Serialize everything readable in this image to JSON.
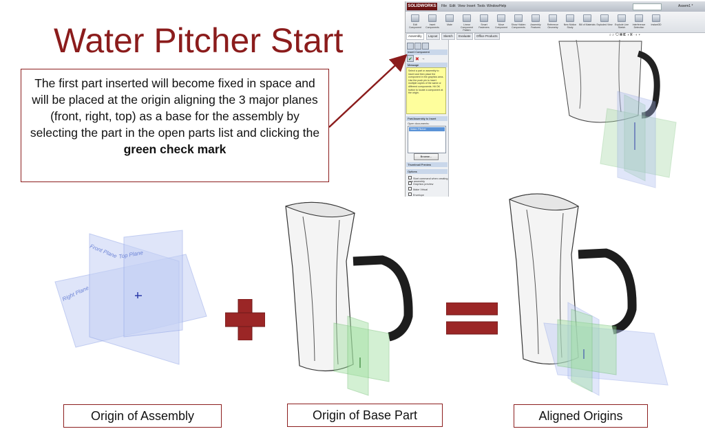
{
  "slide": {
    "title": "Water Pitcher Start",
    "note_text": "The first part inserted will become fixed in space and will be placed at the origin aligning the 3 major planes (front, right, top) as a base for the assembly by selecting the part in the open parts list and clicking the",
    "note_bold": "green check mark",
    "captions": {
      "origin_assembly": "Origin of Assembly",
      "origin_base_part": "Origin of Base Part",
      "aligned_origins": "Aligned Origins"
    },
    "plane_labels": {
      "front": "Front Plane",
      "top": "Top Plane",
      "right": "Right Plane"
    },
    "colors": {
      "accent": "#8b1c1c",
      "plane_blue": "#9fb4f0",
      "plane_green": "#8fe08f",
      "operator": "#9b2626"
    }
  },
  "solidworks": {
    "logo": "SOLIDWORKS",
    "menus": [
      "File",
      "Edit",
      "View",
      "Insert",
      "Tools",
      "Window",
      "Help"
    ],
    "doc_title": "Assem1 *",
    "ribbon": [
      "Edit Component",
      "Insert Components",
      "Mate",
      "Linear Component Pattern",
      "Smart Fasteners",
      "Move Component",
      "Show Hidden Components",
      "Assembly Features",
      "Reference Geometry",
      "New Motion Study",
      "Bill of Materials",
      "Exploded View",
      "Explode Line Sketch",
      "Interference Detection",
      "Instant3D"
    ],
    "tabs": [
      "Assembly",
      "Layout",
      "Sketch",
      "Evaluate",
      "Office Products"
    ],
    "pm_title": "Insert Component",
    "message_head": "Message",
    "message": "Select a part or assembly to insert and then place the component in the graphics area. Use the push pin to insert multiple copies of the same or different components. Hit OK button to locate a component at the origin.",
    "part_head": "Part/Assembly to Insert",
    "open_docs_label": "Open documents:",
    "open_item": "Water Pitcher",
    "browse": "Browse...",
    "thumb_head": "Thumbnail Preview",
    "options_head": "Options",
    "options": [
      "Start command when creating new assembly",
      "Graphics preview",
      "Make Virtual",
      "Envelope"
    ]
  }
}
